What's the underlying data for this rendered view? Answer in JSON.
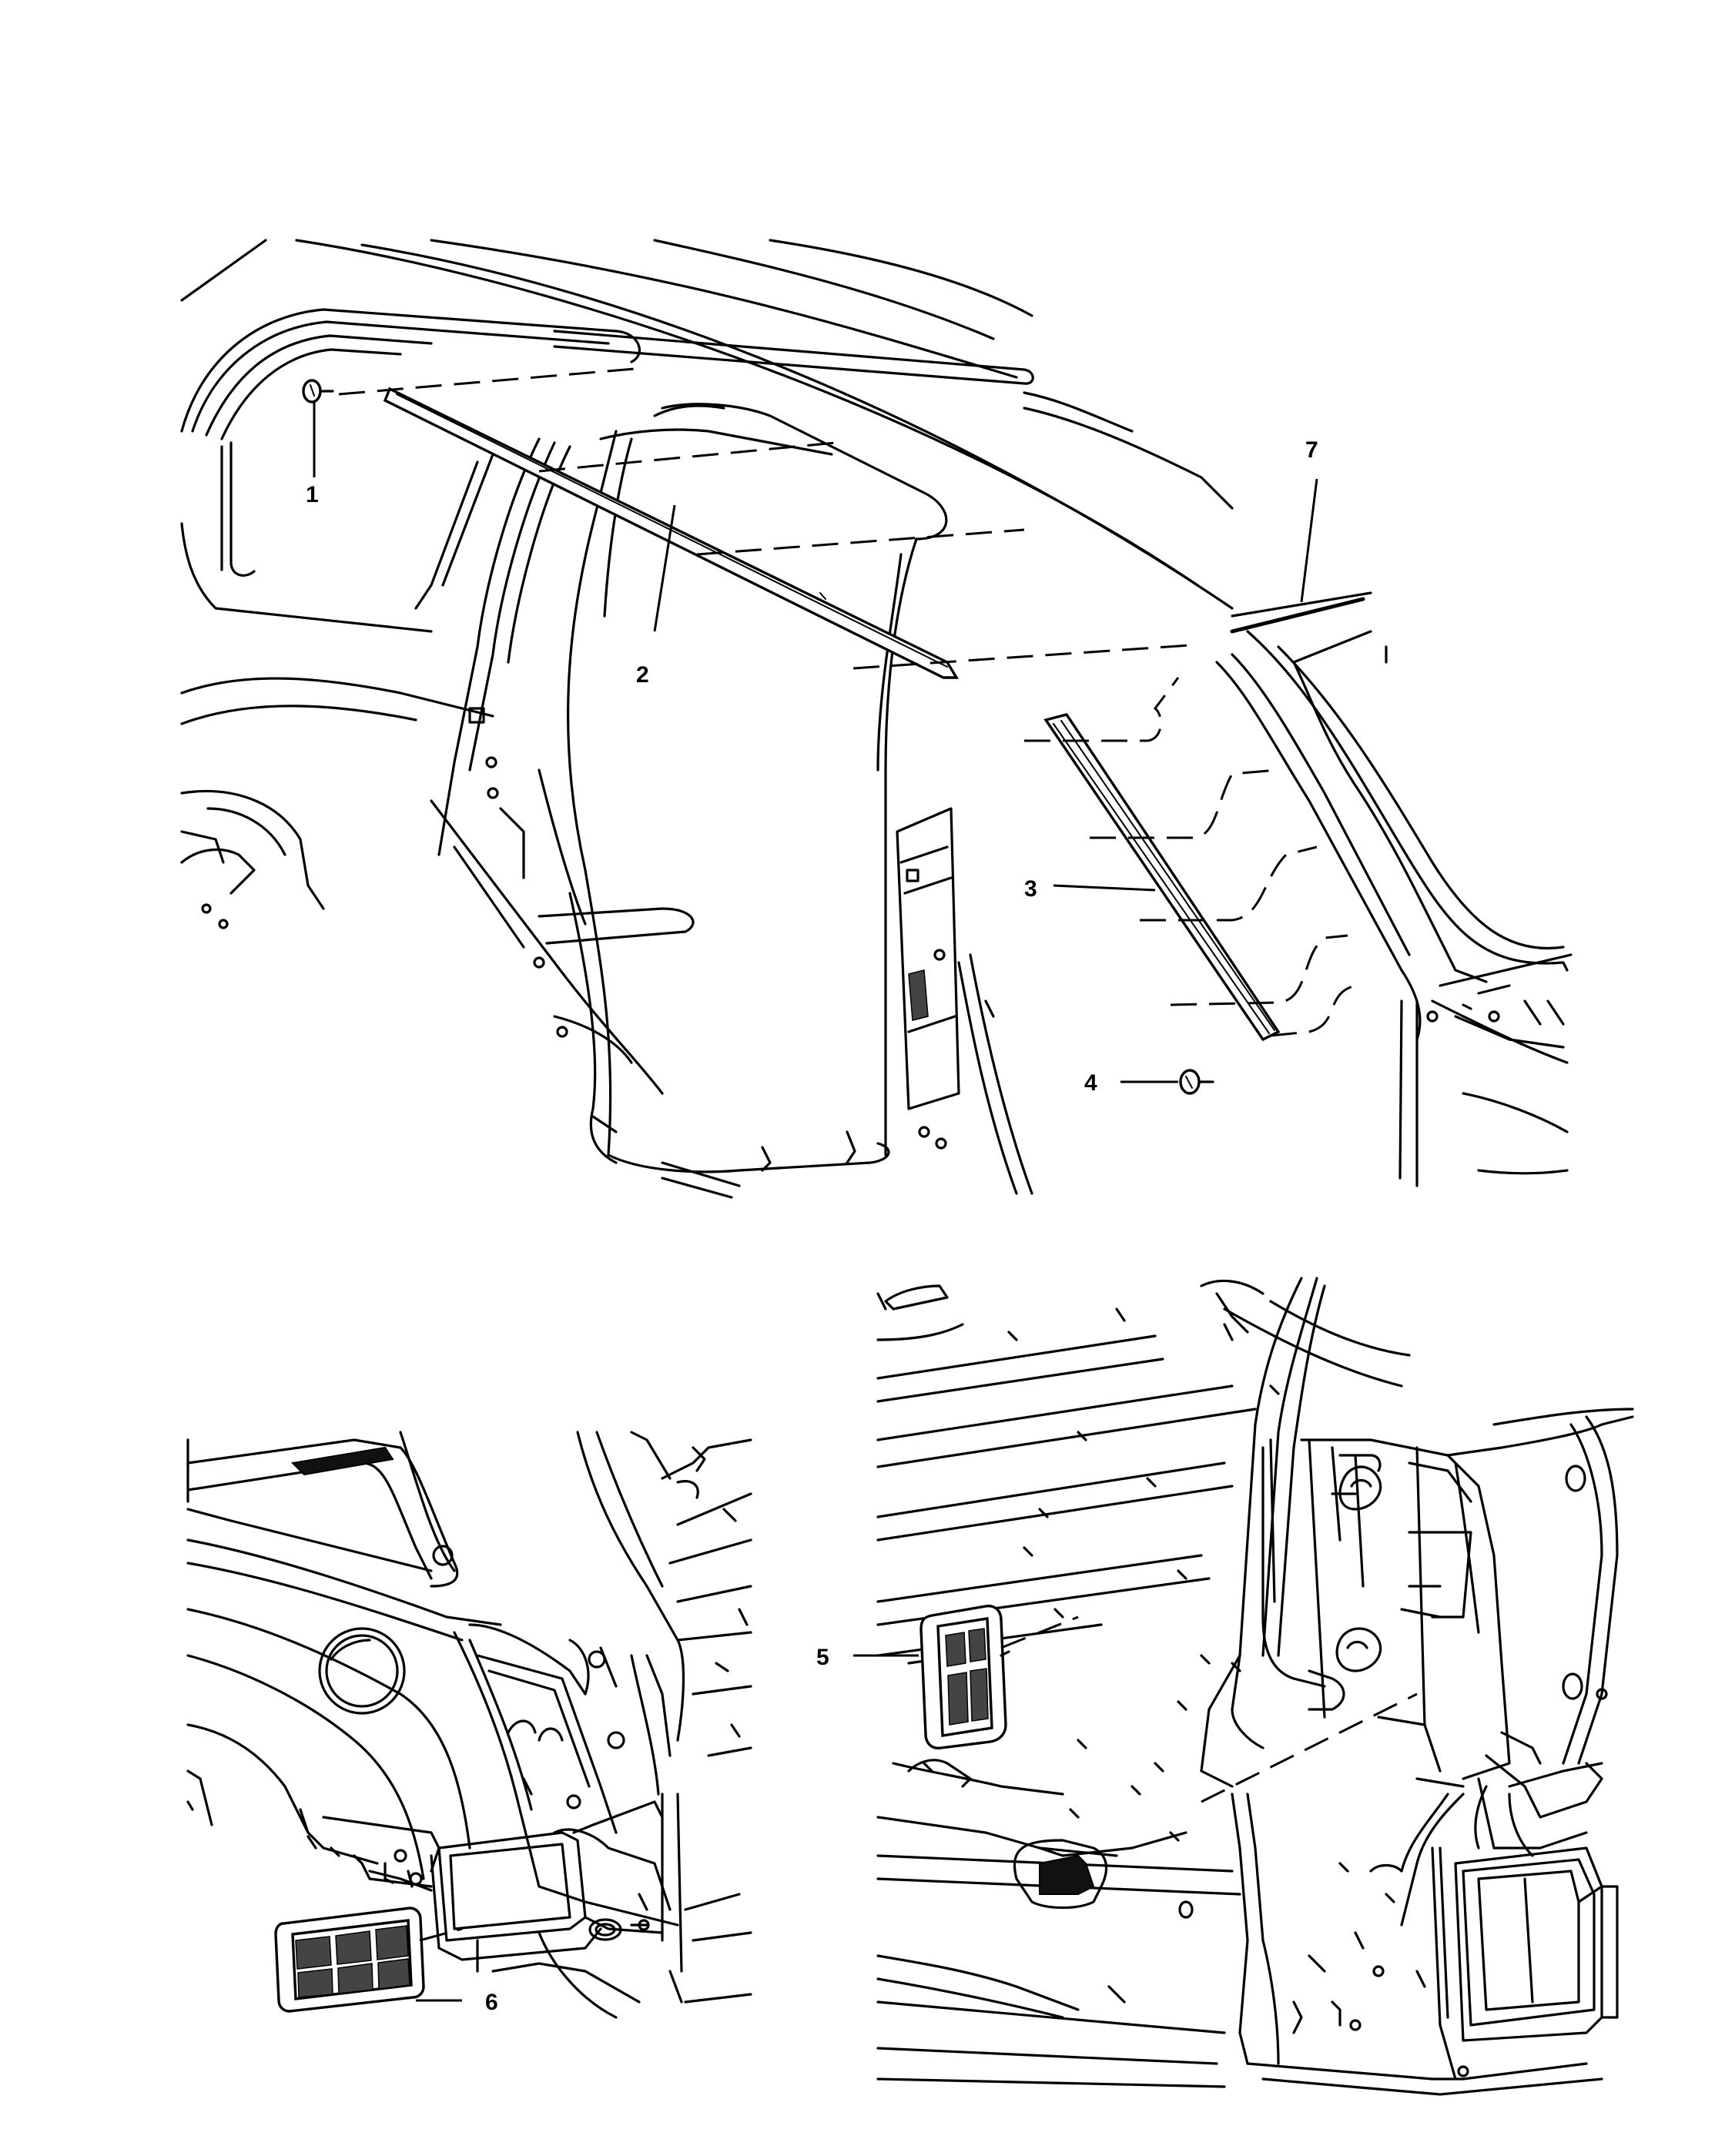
{
  "diagram": {
    "callouts": [
      {
        "id": "1",
        "label": "1"
      },
      {
        "id": "2",
        "label": "2"
      },
      {
        "id": "3",
        "label": "3"
      },
      {
        "id": "4",
        "label": "4"
      },
      {
        "id": "5",
        "label": "5"
      },
      {
        "id": "6",
        "label": "6"
      },
      {
        "id": "7",
        "label": "7"
      }
    ],
    "line_color": "#000000",
    "background": "#ffffff"
  }
}
